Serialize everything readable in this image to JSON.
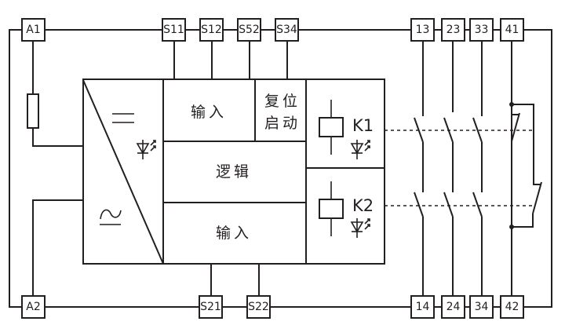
{
  "diagram": {
    "type": "safety-relay-block-diagram",
    "terminals_top": {
      "supply": "A1",
      "inputs": [
        "S11",
        "S12",
        "S52",
        "S34"
      ],
      "contacts": [
        "13",
        "23",
        "33",
        "41"
      ]
    },
    "terminals_bottom": {
      "supply": "A2",
      "inputs": [
        "S21",
        "S22"
      ],
      "contacts": [
        "14",
        "24",
        "34",
        "42"
      ]
    },
    "blocks": {
      "power_supply": {
        "dc_symbol": "═",
        "ac_symbol": "∼"
      },
      "input_top": "输入",
      "reset_start_line1": "复位",
      "reset_start_line2": "启动",
      "logic": "逻辑",
      "input_bottom": "输入",
      "relay_k1": "K1",
      "relay_k2": "K2"
    },
    "contacts": [
      {
        "from": "13",
        "to": "14",
        "type": "NO"
      },
      {
        "from": "23",
        "to": "24",
        "type": "NO"
      },
      {
        "from": "33",
        "to": "34",
        "type": "NO"
      },
      {
        "from": "41",
        "to": "42",
        "type": "NC"
      }
    ],
    "colors": {
      "line": "#231f20",
      "background": "#ffffff"
    }
  }
}
